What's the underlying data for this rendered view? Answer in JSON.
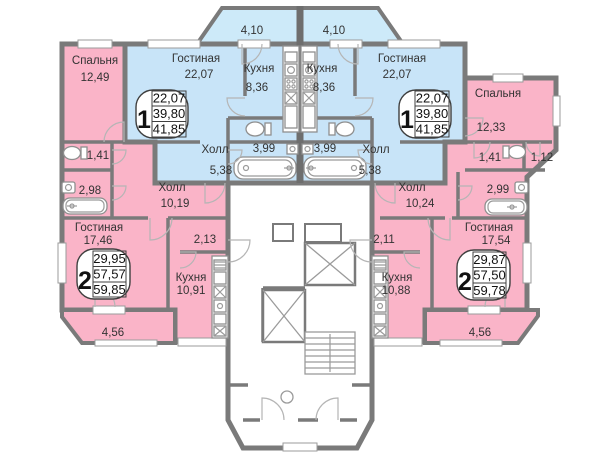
{
  "plan_type": "floor-plan",
  "colors": {
    "apartment_1_fill": "#c8e4f8",
    "apartment_2_fill": "#fab4c8",
    "balcony_top_fill": "#cdeaf9",
    "wall": "#7a7a7a",
    "text": "#333333"
  },
  "rooms": {
    "balcony_top_l": {
      "area": "4,10"
    },
    "balcony_top_r": {
      "area": "4,10"
    },
    "bedroom_l": {
      "name": "Спальня",
      "area": "12,49"
    },
    "living1_l": {
      "name": "Гостиная",
      "area": "22,07"
    },
    "kitchen1_l": {
      "name": "Кухня",
      "area": "8,36"
    },
    "kitchen1_r": {
      "name": "Кухня",
      "area": "8,36"
    },
    "living1_r": {
      "name": "Гостиная",
      "area": "22,07"
    },
    "bedroom_r": {
      "name": "Спальня",
      "area": "12,33"
    },
    "hall1_l": {
      "name": "Холл",
      "area": "5,38"
    },
    "hall1_r": {
      "name": "Холл",
      "area": "5,38"
    },
    "bath1_l": {
      "area": "3,99"
    },
    "bath1_r": {
      "area": "3,99"
    },
    "wc_l": {
      "area": "1,41"
    },
    "wc_r": {
      "area": "1,41"
    },
    "niche_r": {
      "area": "1,12"
    },
    "bath2_l": {
      "area": "2,98"
    },
    "bath2_r": {
      "area": "2,99"
    },
    "hall2_l": {
      "name": "Холл",
      "area": "10,19"
    },
    "hall2_r": {
      "name": "Холл",
      "area": "10,24"
    },
    "living2_l": {
      "name": "Гостиная",
      "area": "17,46"
    },
    "living2_r": {
      "name": "Гостиная",
      "area": "17,54"
    },
    "closet_l": {
      "area": "2,13"
    },
    "closet_r": {
      "area": "2,11"
    },
    "kitchen2_l": {
      "name": "Кухня",
      "area": "10,91"
    },
    "kitchen2_r": {
      "name": "Кухня",
      "area": "10,88"
    },
    "balcony_bottom_l": {
      "area": "4,56"
    },
    "balcony_bottom_r": {
      "area": "4,56"
    }
  },
  "badges": {
    "apt1_l": {
      "num": "1",
      "rows": [
        "22,07",
        "39,80",
        "41,85"
      ]
    },
    "apt1_r": {
      "num": "1",
      "rows": [
        "22,07",
        "39,80",
        "41,85"
      ]
    },
    "apt2_l": {
      "num": "2",
      "rows": [
        "29,95",
        "57,57",
        "59,85"
      ]
    },
    "apt2_r": {
      "num": "2",
      "rows": [
        "29,87",
        "57,50",
        "59,78"
      ]
    }
  }
}
